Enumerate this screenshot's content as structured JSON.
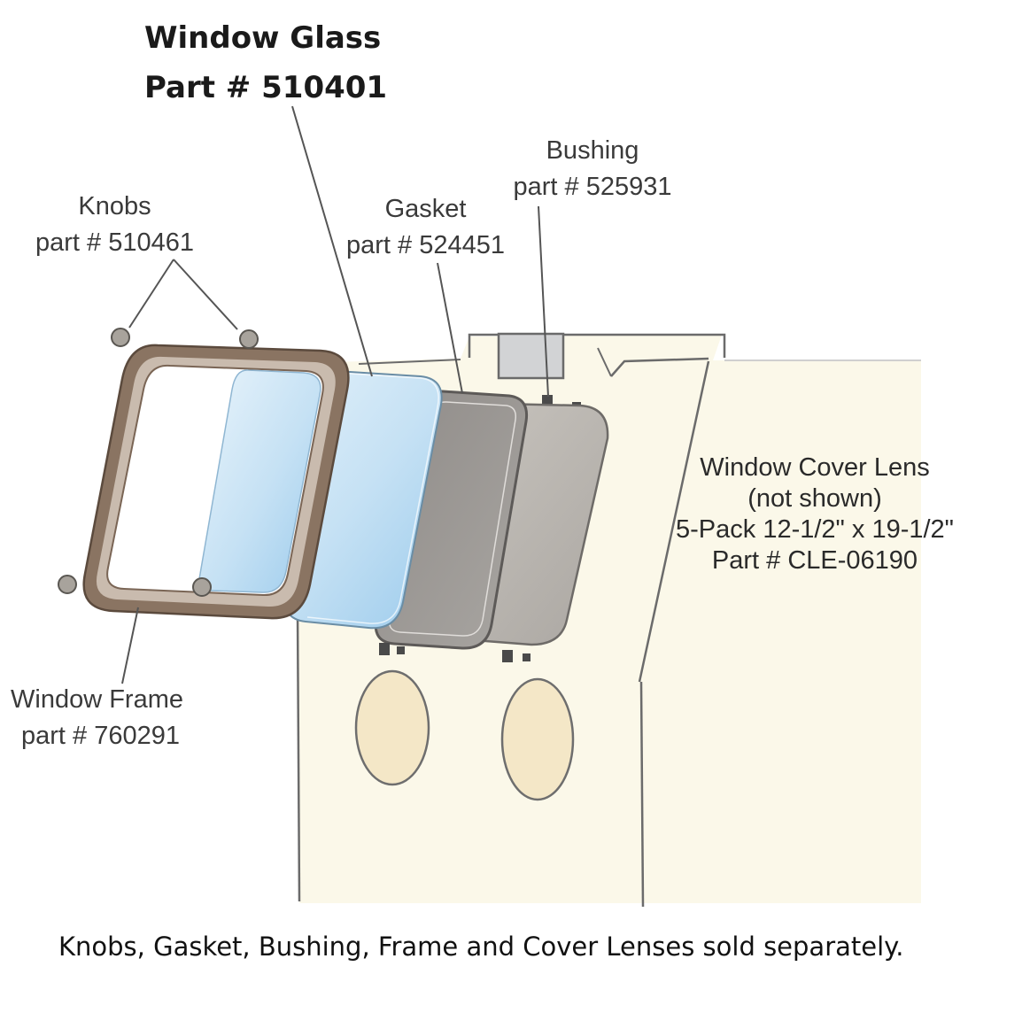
{
  "title": {
    "line1": "Window Glass",
    "line2": "Part # 510401"
  },
  "labels": {
    "knobs": {
      "name": "Knobs",
      "part": "part # 510461"
    },
    "gasket": {
      "name": "Gasket",
      "part": "part # 524451"
    },
    "bushing": {
      "name": "Bushing",
      "part": "part # 525931"
    },
    "window_frame": {
      "name": "Window Frame",
      "part": "part # 760291"
    },
    "cover_lens": {
      "line1": "Window Cover Lens",
      "line2": "(not shown)",
      "line3": "5-Pack 12-1/2\" x 19-1/2\"",
      "line4": "Part # CLE-06190"
    }
  },
  "footer": "Knobs, Gasket, Bushing, Frame and Cover Lenses sold separately.",
  "colors": {
    "panel": "#fbf8e9",
    "frame": "#8a7462",
    "glass": "#bcdcf2",
    "gasket": "#999591",
    "cover": "#bdb9b4",
    "porthole": "#f4e7c7",
    "lines": "#555555"
  }
}
